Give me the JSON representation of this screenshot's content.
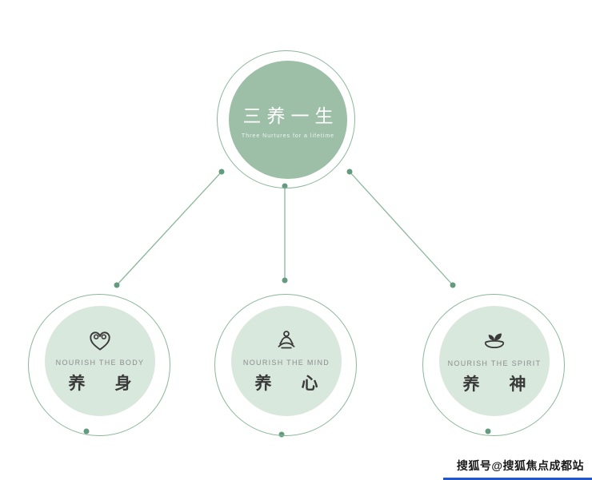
{
  "root": {
    "title": "三养一生",
    "subtitle": "Three Nurtures for a lifetime"
  },
  "nodes": [
    {
      "id": "body",
      "icon": "heart-hands-icon",
      "en": "NOURISH THE BODY",
      "zh": "养　身"
    },
    {
      "id": "mind",
      "icon": "meditation-icon",
      "en": "NOURISH THE MIND",
      "zh": "养　心"
    },
    {
      "id": "spirit",
      "icon": "leaf-dish-icon",
      "en": "NOURISH THE SPIRIT",
      "zh": "养　神"
    }
  ],
  "watermark": {
    "text": "搜狐号@搜狐焦点成都站"
  },
  "colors": {
    "root_fill": "#9dbfa7",
    "node_fill": "#d9e8dd",
    "ring": "#8ab79a",
    "line": "#8ab79a",
    "dot": "#649a7e",
    "caption": "#8c8c8c",
    "ink": "#3a3a3a",
    "watermark_ink": "#1a1a1a",
    "watermark_bar": "#2456c7"
  }
}
